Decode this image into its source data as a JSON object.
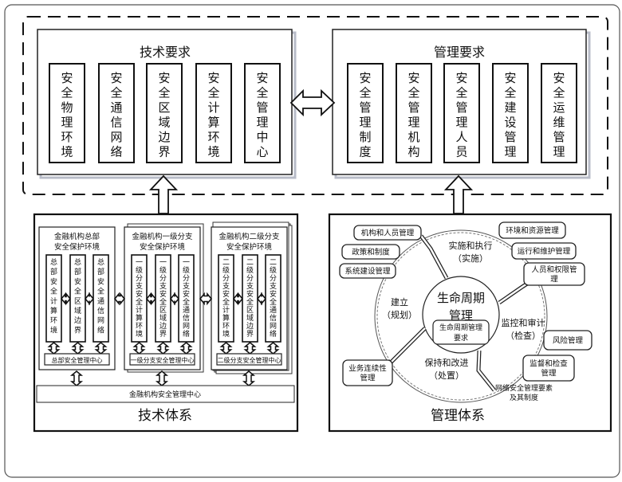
{
  "requirements": {
    "technical": {
      "title": "技术要求",
      "items": [
        "安全物理环境",
        "安全通信网络",
        "安全区域边界",
        "安全计算环境",
        "安全管理中心"
      ]
    },
    "management": {
      "title": "管理要求",
      "items": [
        "安全管理制度",
        "安全管理机构",
        "安全管理人员",
        "安全建设管理",
        "安全运维管理"
      ]
    }
  },
  "tech_system": {
    "title": "技术体系",
    "environments": [
      {
        "title_lines": [
          "金融机构总部",
          "安全保护环境"
        ],
        "columns": [
          "总部安全计算环境",
          "总部安全区域边界",
          "总部安全通信网络"
        ],
        "footer": "总部安全管理中心"
      },
      {
        "title_lines": [
          "金融机构一级分支",
          "安全保护环境"
        ],
        "columns": [
          "一级分支安全计算环境",
          "一级分支安全区域边界",
          "一级分支安全通信网络"
        ],
        "footer": "一级分支安全管理中心"
      },
      {
        "title_lines": [
          "金融机构二级分支",
          "安全保护环境"
        ],
        "columns": [
          "二级分支安全计算环境",
          "二级分支安全区域边界",
          "二级分支安全通信网络"
        ],
        "footer": "二级分支安全管理中心"
      }
    ],
    "center": "金融机构安全管理中心"
  },
  "mgmt_system": {
    "title": "管理体系",
    "core_lines": [
      "生命周期",
      "管理"
    ],
    "core_box_lines": [
      "生命周期管理",
      "要求"
    ],
    "phases": [
      {
        "lines": [
          "实施和执行",
          "（实施）"
        ]
      },
      {
        "lines": [
          "监控和审计",
          "（检查）"
        ]
      },
      {
        "lines": [
          "保持和改进",
          "（处置）"
        ]
      },
      {
        "lines": [
          "建立",
          "（规划）"
        ]
      }
    ],
    "outer_items": [
      {
        "lines": [
          "机构和人员管理"
        ]
      },
      {
        "lines": [
          "政策和制度"
        ]
      },
      {
        "lines": [
          "系统建设管理"
        ]
      },
      {
        "lines": [
          "环境和资源管理"
        ]
      },
      {
        "lines": [
          "运行和维护管理"
        ]
      },
      {
        "lines": [
          "人员和权限管",
          "理"
        ]
      },
      {
        "lines": [
          "风险管理"
        ]
      },
      {
        "lines": [
          "监督和检查",
          "管理"
        ]
      },
      {
        "lines": [
          "业务连续性",
          "管理"
        ]
      }
    ],
    "framework_label_lines": [
      "网络安全管理要素",
      "及其制度"
    ]
  }
}
